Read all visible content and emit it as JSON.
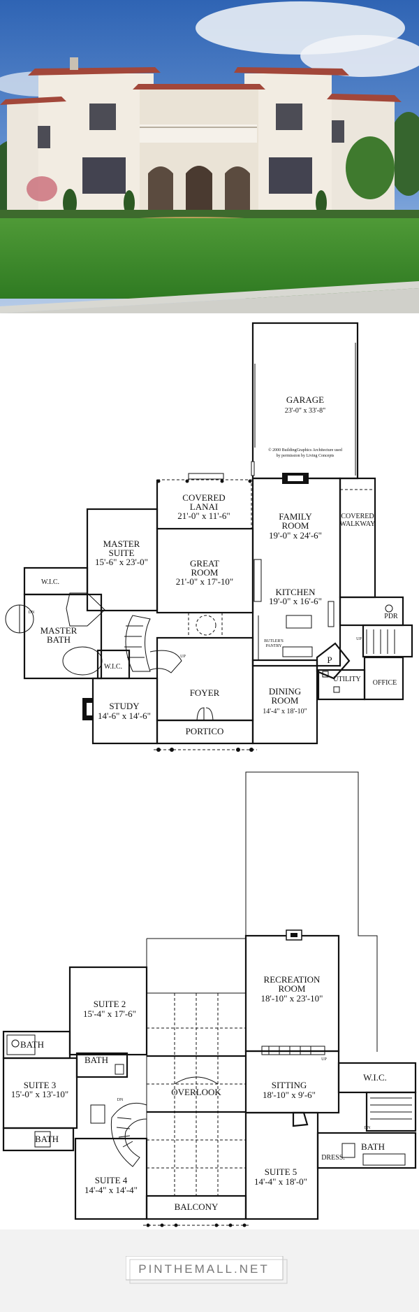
{
  "first_floor": {
    "copyright": [
      "© 2000 BuildingGraphics Architecture used",
      "by permission by Living Concepts"
    ],
    "rooms": {
      "garage": {
        "name": "GARAGE",
        "dims": "23'-0\" x 33'-8\""
      },
      "covered_lanai": {
        "name1": "COVERED",
        "name2": "LANAI",
        "dims": "21'-0\" x 11'-6\""
      },
      "family_room": {
        "name1": "FAMILY",
        "name2": "ROOM",
        "dims": "19'-0\" x 24'-6\""
      },
      "covered_walkway": {
        "name1": "COVERED",
        "name2": "WALKWAY"
      },
      "master_suite": {
        "name1": "MASTER",
        "name2": "SUITE",
        "dims": "15'-6\" x 23'-0\""
      },
      "great_room": {
        "name1": "GREAT",
        "name2": "ROOM",
        "dims": "21'-0\" x 17'-10\""
      },
      "kitchen": {
        "name": "KITCHEN",
        "dims": "19'-0\" x 16'-6\""
      },
      "wic_top": {
        "name": "W.I.C."
      },
      "master_bath": {
        "name1": "MASTER",
        "name2": "BATH"
      },
      "wic_small": {
        "name": "W.I.C."
      },
      "pdr": {
        "name": "PDR"
      },
      "butlers_pantry": {
        "name1": "BUTLER'S",
        "name2": "PANTRY"
      },
      "p": {
        "name": "P"
      },
      "utility": {
        "name": "UTILITY"
      },
      "office": {
        "name": "OFFICE"
      },
      "foyer": {
        "name": "FOYER"
      },
      "study": {
        "name": "STUDY",
        "dims": "14'-6\" x 14'-6\""
      },
      "dining_room": {
        "name1": "DINING",
        "name2": "ROOM",
        "dims": "14'-4\" x 18'-10\""
      },
      "portico": {
        "name": "PORTICO"
      }
    },
    "marks": {
      "dn": "DN",
      "up": "UP"
    }
  },
  "second_floor": {
    "rooms": {
      "recreation_room": {
        "name1": "RECREATION",
        "name2": "ROOM",
        "dims": "18'-10\" x 23'-10\""
      },
      "suite2": {
        "name": "SUITE 2",
        "dims": "15'-4\" x 17'-6\""
      },
      "bath_a": {
        "name": "BATH"
      },
      "bath_b": {
        "name": "BATH"
      },
      "suite3": {
        "name": "SUITE 3",
        "dims": "15'-0\" x 13'-10\""
      },
      "overlook": {
        "name": "OVERLOOK"
      },
      "sitting": {
        "name": "SITTING",
        "dims": "18'-10\" x 9'-6\""
      },
      "wic": {
        "name": "W.I.C."
      },
      "bath_c": {
        "name": "BATH"
      },
      "bath_d": {
        "name": "BATH"
      },
      "dress": {
        "name": "DRESS."
      },
      "suite4": {
        "name": "SUITE 4",
        "dims": "14'-4\" x 14'-4\""
      },
      "suite5": {
        "name": "SUITE 5",
        "dims": "14'-4\" x 18'-0\""
      },
      "balcony": {
        "name": "BALCONY"
      }
    },
    "marks": {
      "dn": "DN",
      "up": "UP"
    }
  },
  "footer": {
    "logo_text": "PINTHEMALL.NET"
  }
}
